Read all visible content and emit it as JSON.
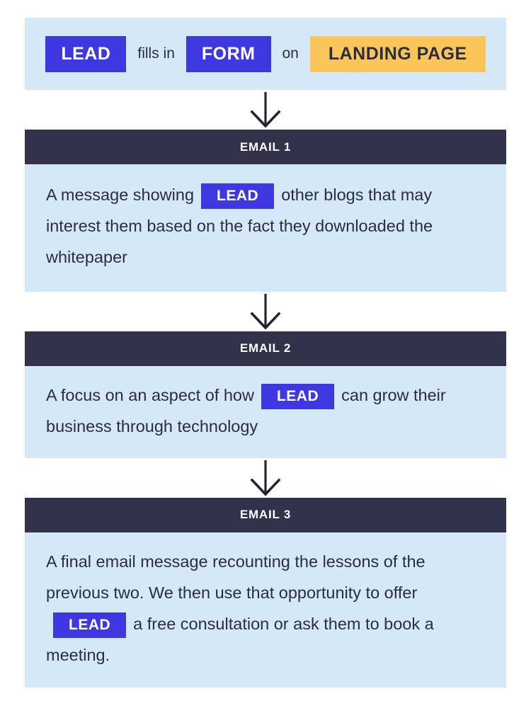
{
  "colors": {
    "panel_background": "#d4e8f7",
    "header_bar": "#32334a",
    "chip_primary": "#3f37e0",
    "chip_accent": "#fbc55a",
    "text": "#2b2d42",
    "page_background": "#ffffff",
    "arrow": "#22242f"
  },
  "trigger": {
    "lead_label": "LEAD",
    "connector_1": "fills in",
    "form_label": "FORM",
    "connector_2": "on",
    "landing_page_label": "LANDING PAGE"
  },
  "arrows": {
    "glyph_name": "down-arrow",
    "count": 3
  },
  "emails": [
    {
      "header": "EMAIL 1",
      "text_before": "A message showing",
      "chip": "LEAD",
      "text_after": "other blogs that may interest them based on the fact they downloaded the whitepaper"
    },
    {
      "header": "EMAIL 2",
      "text_before": "A focus on an aspect of how",
      "chip": "LEAD",
      "text_after": "can grow their business through technology"
    },
    {
      "header": "EMAIL 3",
      "text_before": "A final email message recounting the lessons of the previous two. We then use that opportunity to offer",
      "chip": "LEAD",
      "text_after": "a free consultation or ask them to book a meeting."
    }
  ]
}
